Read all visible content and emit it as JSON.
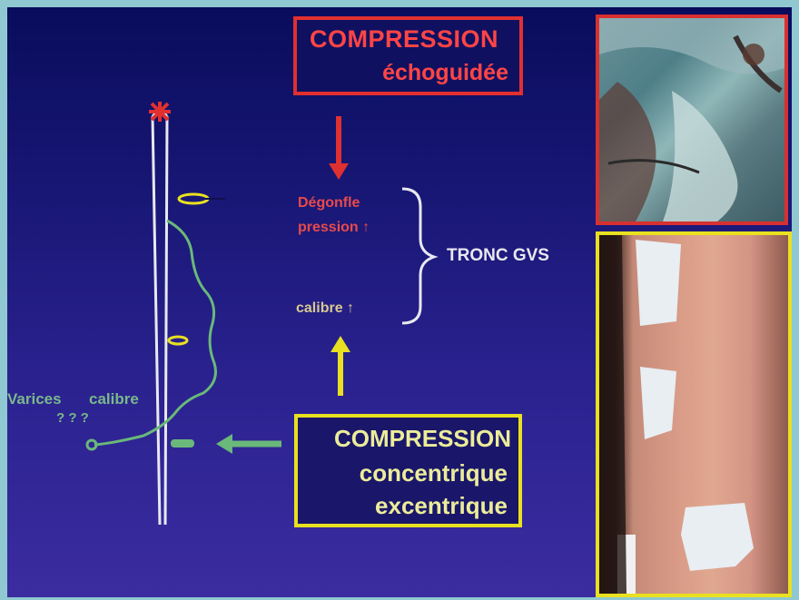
{
  "top_box": {
    "line1": "COMPRESSION",
    "line2": "échoguidée"
  },
  "bottom_box": {
    "line1": "COMPRESSION",
    "line2": "concentrique",
    "line3": "excentrique"
  },
  "labels": {
    "degonfle_line1": "Dégonfle",
    "degonfle_line2": "pression ↑",
    "calibre": "calibre ↑",
    "tronc": "TRONC GVS",
    "varices": "Varices",
    "calibre_green": "calibre",
    "question_marks": "? ? ?"
  },
  "colors": {
    "red_accent": "#e03030",
    "yellow_accent": "#e8e020",
    "green_vein": "#6ab87a",
    "background": "#1a1878"
  },
  "icons": {
    "top_marker": "red-star-icon",
    "down_arrow": "red-arrow-down-icon",
    "up_arrow": "yellow-arrow-up-icon",
    "left_arrow": "green-arrow-left-icon"
  }
}
